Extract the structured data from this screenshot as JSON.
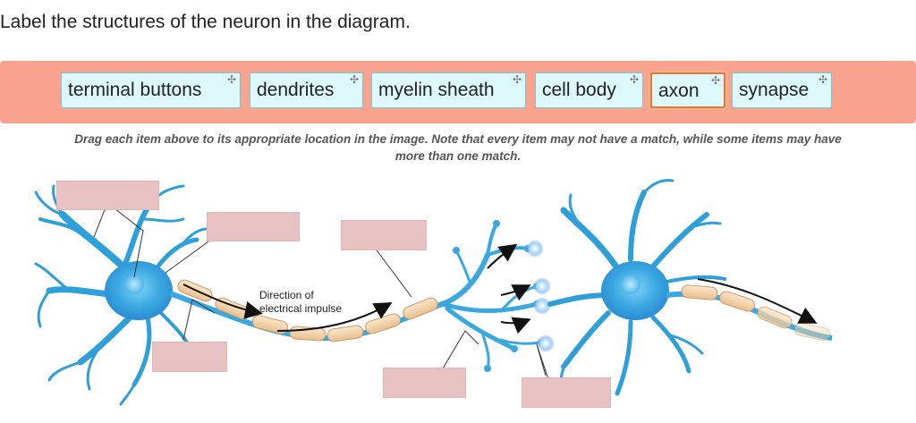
{
  "prompt": "Label the structures of the neuron in the diagram.",
  "word_bank": [
    {
      "id": "terminal-buttons",
      "label": "terminal buttons"
    },
    {
      "id": "dendrites",
      "label": "dendrites"
    },
    {
      "id": "myelin-sheath",
      "label": "myelin sheath"
    },
    {
      "id": "cell-body",
      "label": "cell body"
    },
    {
      "id": "axon",
      "label": "axon",
      "selected": true
    },
    {
      "id": "synapse",
      "label": "synapse"
    }
  ],
  "drag_handle_glyph": "✣",
  "instructions": {
    "line1": "Drag each item above to its appropriate location in the image. Note that every item may not have a match, while some items may have",
    "line2": "more than one match."
  },
  "diagram": {
    "annotation_line1": "Direction of",
    "annotation_line2": "electrical impulse"
  },
  "colors": {
    "bank_background": "#f9a38f",
    "chip_background": "#dcf8fa",
    "chip_border": "#6fc9d4",
    "selected_border": "#e17a36",
    "drop_target": "#e8c2c2",
    "neuron_blue": "#3ba9e0",
    "myelin": "#f4d9b6"
  }
}
